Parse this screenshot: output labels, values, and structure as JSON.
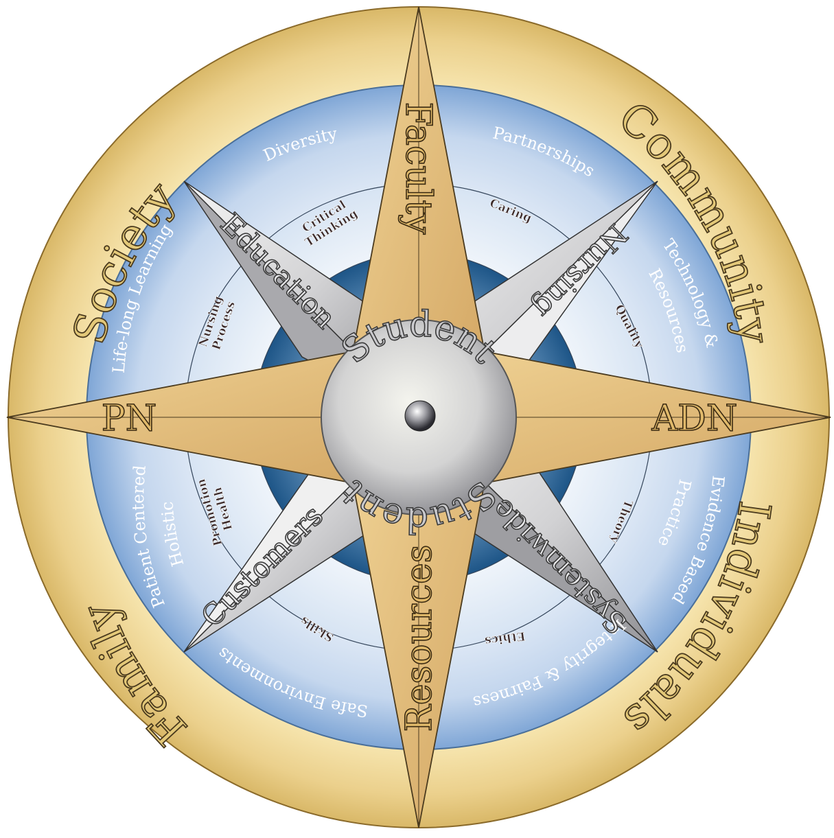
{
  "outer_ring": {
    "top_left": "Society",
    "top_right": "Community",
    "bottom_right": "Individuals",
    "bottom_left": "Family"
  },
  "values_ring": {
    "diversity": "Diversity",
    "partnerships": "Partnerships",
    "technology_line1": "Technology &",
    "technology_line2": "Resources",
    "evidence_line1": "Evidence Based",
    "evidence_line2": "Practice",
    "integrity": "Integrity & Fairness",
    "safe": "Safe Environments",
    "holistic_line1": "Holistic",
    "holistic_line2": "Patient Centered",
    "lifelong": "Life-long Learning"
  },
  "inner_ring": {
    "critical_line1": "Critical",
    "critical_line2": "Thinking",
    "caring": "Caring",
    "quality": "Quality",
    "theory": "Theory",
    "ethics": "Ethics",
    "skills": "Skills",
    "health_line1": "Health",
    "health_line2": "Promotion",
    "nursing_process_line1": "Nursing",
    "nursing_process_line2": "Process"
  },
  "diagonal_points": {
    "northwest": "Education",
    "northeast": "Nursing",
    "southeast": "Systemwide",
    "southwest": "Customers"
  },
  "cardinal_points": {
    "north": "Faculty",
    "south": "Resources",
    "west": "PN",
    "east": "ADN"
  },
  "hub": {
    "upper": "Student",
    "lower": "Student"
  },
  "colors": {
    "gold": "#e9cf86",
    "blue": "#8fb2dc",
    "pale_blue": "#eef4fb",
    "dark_blue": "#1f5a8c",
    "silver": "#c8c8cc"
  }
}
